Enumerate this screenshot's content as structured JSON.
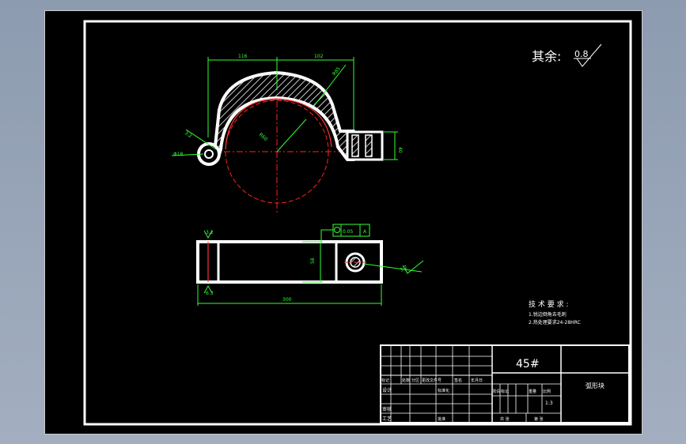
{
  "roughness": {
    "prefix": "其余:",
    "value": "0.8"
  },
  "dims": {
    "top_left": "116",
    "top_right": "102",
    "radius_outer": "R85",
    "radius_inner": "R60",
    "hole_phi": "Φ18",
    "hole_angle": "3.2",
    "right_height": "40",
    "rough_left_top": "3.2",
    "rough_left_bottom": "6.3",
    "tol_value": "0.05",
    "tol_datum": "A",
    "mid_height": "58",
    "bottom_length": "300",
    "rough_right": "3.2"
  },
  "tech": {
    "title": "技 术 要 求 :",
    "line1": "1.锐边倒角去毛刺",
    "line2": "2.热处理要求24-28HRC"
  },
  "titleblock": {
    "material": "45#",
    "part_name": "弧形块",
    "scale": "1:3",
    "h_mark": "标记",
    "h_count": "处数",
    "h_zone": "分区",
    "h_doc": "更改文件号",
    "h_sign": "签名",
    "h_date": "年月日",
    "design": "设计",
    "standard": "标准化",
    "stage": "阶段标记",
    "weight": "重量",
    "ratio": "比例",
    "review": "审核",
    "craft": "工艺",
    "approve": "批准",
    "sheet_total": "共 张",
    "sheet_no": "第 张"
  }
}
